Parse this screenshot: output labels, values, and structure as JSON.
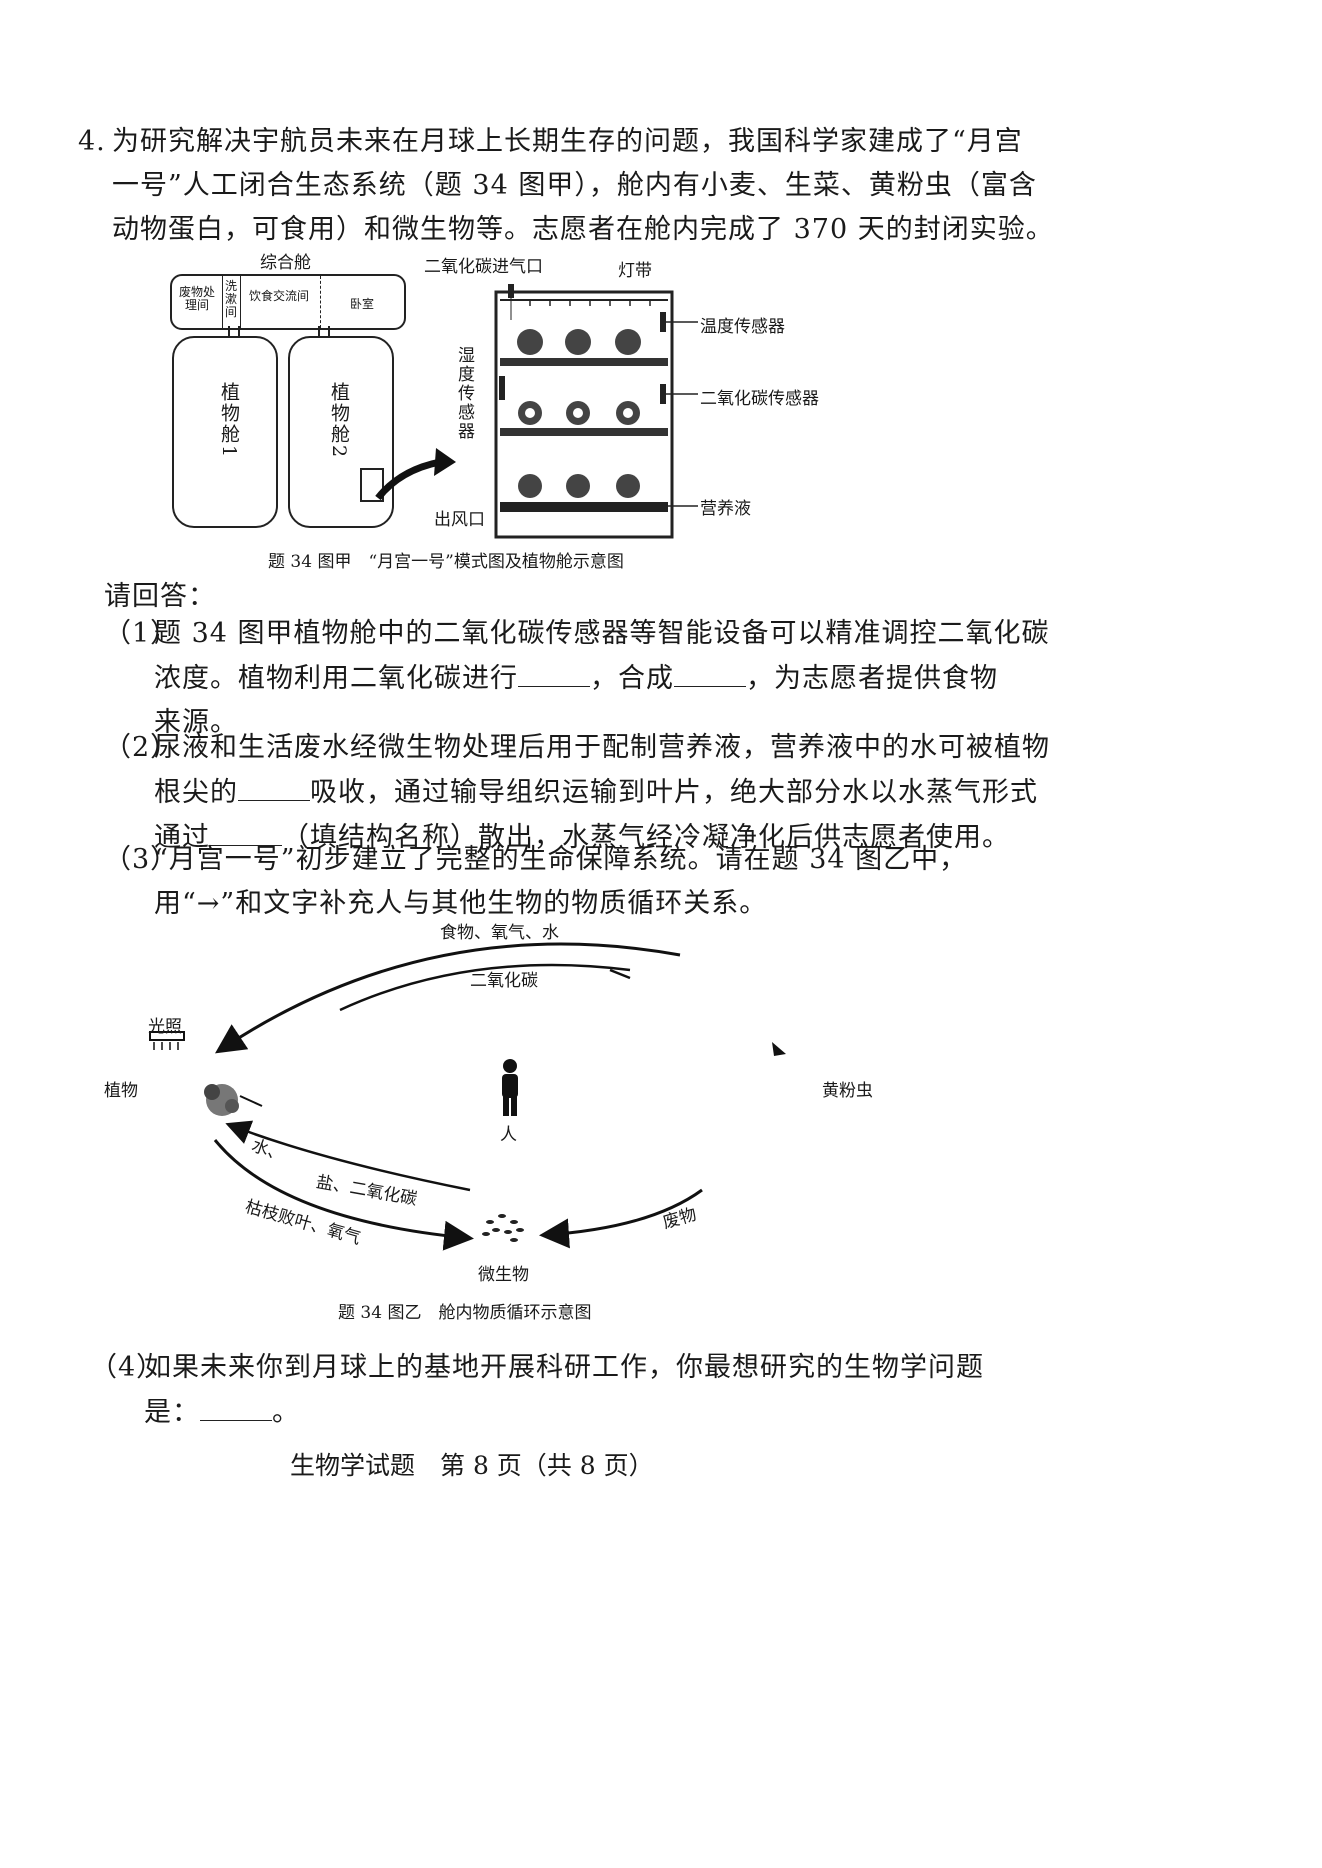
{
  "question": {
    "number": "4.",
    "intro_line1": "为研究解决宇航员未来在月球上长期生存的问题，我国科学家建成了“月宫",
    "intro_line2": "一号”人工闭合生态系统（题 34 图甲），舱内有小麦、生菜、黄粉虫（富含",
    "intro_line3": "动物蛋白，可食用）和微生物等。志愿者在舱内完成了 370 天的封闭实验。"
  },
  "figure_a": {
    "module_title": "综合舱",
    "rooms": [
      "废物处理间",
      "洗漱间",
      "饮食交流间",
      "卧室"
    ],
    "cabin1": "植物舱1",
    "cabin2": "植物舱2",
    "co2_inlet": "二氧化碳进气口",
    "light_strip": "灯带",
    "temp_sensor": "温度传感器",
    "humidity_sensor": "湿度传感器",
    "co2_sensor": "二氧化碳传感器",
    "air_outlet": "出风口",
    "nutrient": "营养液",
    "caption": "题 34 图甲　“月宫一号”模式图及植物舱示意图"
  },
  "answer_prompt": "请回答：",
  "q1": {
    "num": "（1）",
    "line1": "题 34 图甲植物舱中的二氧化碳传感器等智能设备可以精准调控二氧化碳",
    "line2_a": "浓度。植物利用二氧化碳进行",
    "line2_b": "，合成",
    "line2_c": "，为志愿者提供食物",
    "line3": "来源。"
  },
  "q2": {
    "num": "（2）",
    "line1": "尿液和生活废水经微生物处理后用于配制营养液，营养液中的水可被植物",
    "line2_a": "根尖的",
    "line2_b": "吸收，通过输导组织运输到叶片，绝大部分水以水蒸气形式",
    "line3_a": "通过",
    "line3_b": "（填结构名称）散出，水蒸气经冷凝净化后供志愿者使用。"
  },
  "q3": {
    "num": "（3）",
    "line1": "“月宫一号”初步建立了完整的生命保障系统。请在题 34 图乙中，",
    "line2": "用“→”和文字补充人与其他生物的物质循环关系。"
  },
  "figure_b": {
    "top_label": "食物、氧气、水",
    "co2_label": "二氧化碳",
    "light": "光照",
    "plant": "植物",
    "person": "人",
    "insect": "黄粉虫",
    "water": "水、",
    "salt_co2": "盐、二氧化碳",
    "leaves_o2": "枯枝败叶、氧气",
    "waste": "废物",
    "microbe": "微生物",
    "caption": "题 34 图乙　舱内物质循环示意图"
  },
  "q4": {
    "num": "（4）",
    "line1": "如果未来你到月球上的基地开展科研工作，你最想研究的生物学问题",
    "line2": "是：",
    "end": "。"
  },
  "footer": "生物学试题　第 8 页（共 8 页）"
}
